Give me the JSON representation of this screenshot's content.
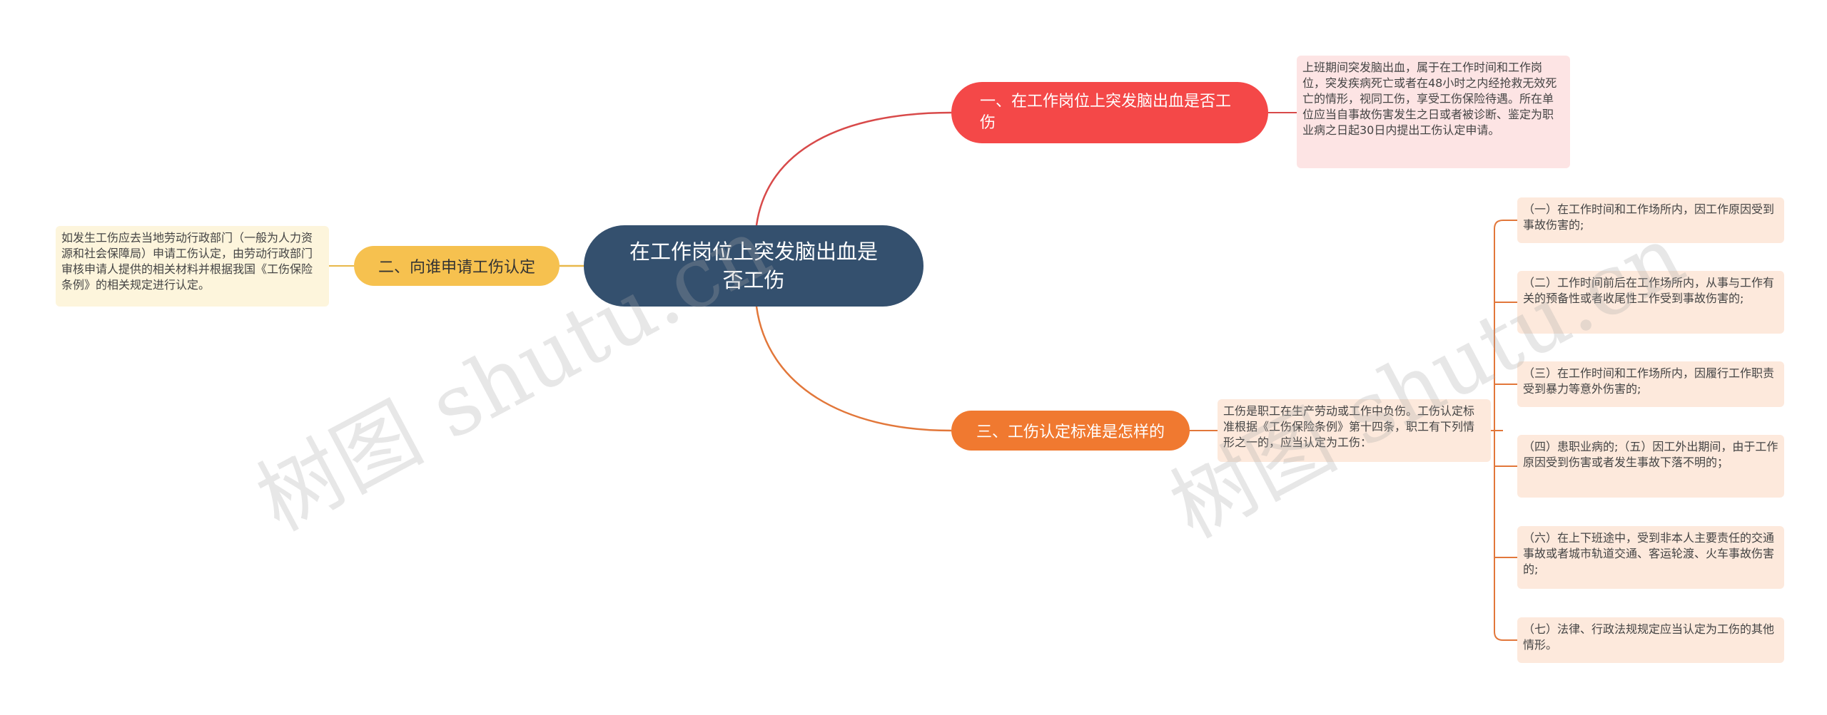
{
  "colors": {
    "root": "#34506e",
    "branch1": "#f44848",
    "branch2": "#f6c14f",
    "branch3": "#f07930",
    "leaf_red": "#fde4e4",
    "leaf_yellow": "#fdf5dc",
    "leaf_orange": "#fde9dc"
  },
  "root": {
    "label": "在工作岗位上突发脑出血是否工伤"
  },
  "branches": [
    {
      "label": "一、在工作岗位上突发脑出血是否工伤",
      "detail": "上班期间突发脑出血，属于在工作时间和工作岗位，突发疾病死亡或者在48小时之内经抢救无效死亡的情形，视同工伤，享受工伤保险待遇。所在单位应当自事故伤害发生之日或者被诊断、鉴定为职业病之日起30日内提出工伤认定申请。"
    },
    {
      "label": "二、向谁申请工伤认定",
      "detail": "如发生工伤应去当地劳动行政部门（一般为人力资源和社会保障局）申请工伤认定，由劳动行政部门审核申请人提供的相关材料并根据我国《工伤保险条例》的相关规定进行认定。"
    },
    {
      "label": "三、工伤认定标准是怎样的",
      "detail": "工伤是职工在生产劳动或工作中负伤。工伤认定标准根据《工伤保险条例》第十四条，职工有下列情形之一的，应当认定为工伤：",
      "items": [
        "（一）在工作时间和工作场所内，因工作原因受到事故伤害的;",
        "（二）工作时间前后在工作场所内，从事与工作有关的预备性或者收尾性工作受到事故伤害的;",
        "（三）在工作时间和工作场所内，因履行工作职责受到暴力等意外伤害的;",
        "（四）患职业病的;（五）因工外出期间，由于工作原因受到伤害或者发生事故下落不明的；",
        "（六）在上下班途中，受到非本人主要责任的交通事故或者城市轨道交通、客运轮渡、火车事故伤害的;",
        "（七）法律、行政法规规定应当认定为工伤的其他情形。"
      ]
    }
  ],
  "watermark": "树图 shutu.cn"
}
